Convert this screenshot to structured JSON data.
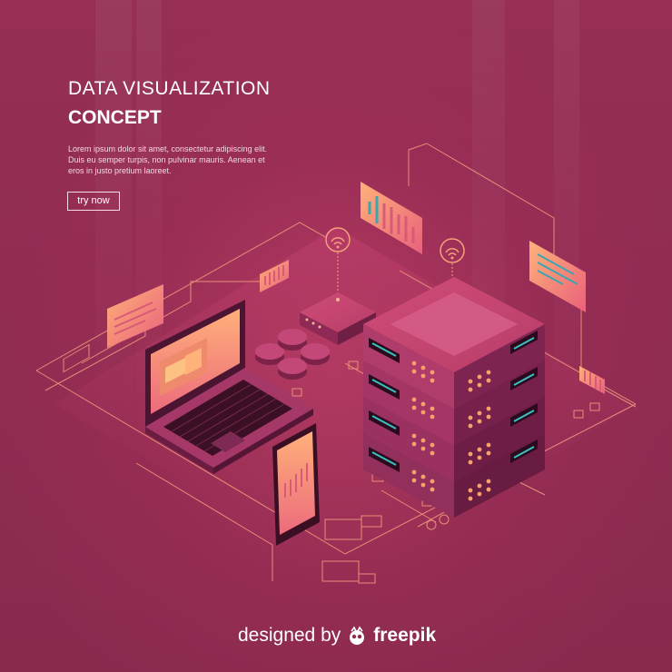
{
  "headline": {
    "line1": "DATA VISUALIZATION",
    "line2": "CONCEPT"
  },
  "body": {
    "line1": "Lorem ipsum dolor sit amet, consectetur adipiscing elit.",
    "line2": "Duis eu semper turpis, non pulvinar mauris. Aenean et",
    "line3": "eros in justo pretium laoreet."
  },
  "cta": {
    "label": "try now"
  },
  "credit": {
    "prefix": "designed by",
    "brand": "freepik",
    "logo_icon": "freepik-logo-icon"
  },
  "colors": {
    "background": "#8f2b4f",
    "accent_orange": "#f6a06a",
    "accent_pink": "#e8607a",
    "device_dark": "#5a1736",
    "screen_bars": "#34c0c0",
    "line_stroke": "#f3a07d"
  },
  "icons": [
    "wifi-icon",
    "laptop-icon",
    "smartphone-icon",
    "server-rack-icon",
    "router-icon",
    "database-disks-icon",
    "chart-panel-icon"
  ]
}
